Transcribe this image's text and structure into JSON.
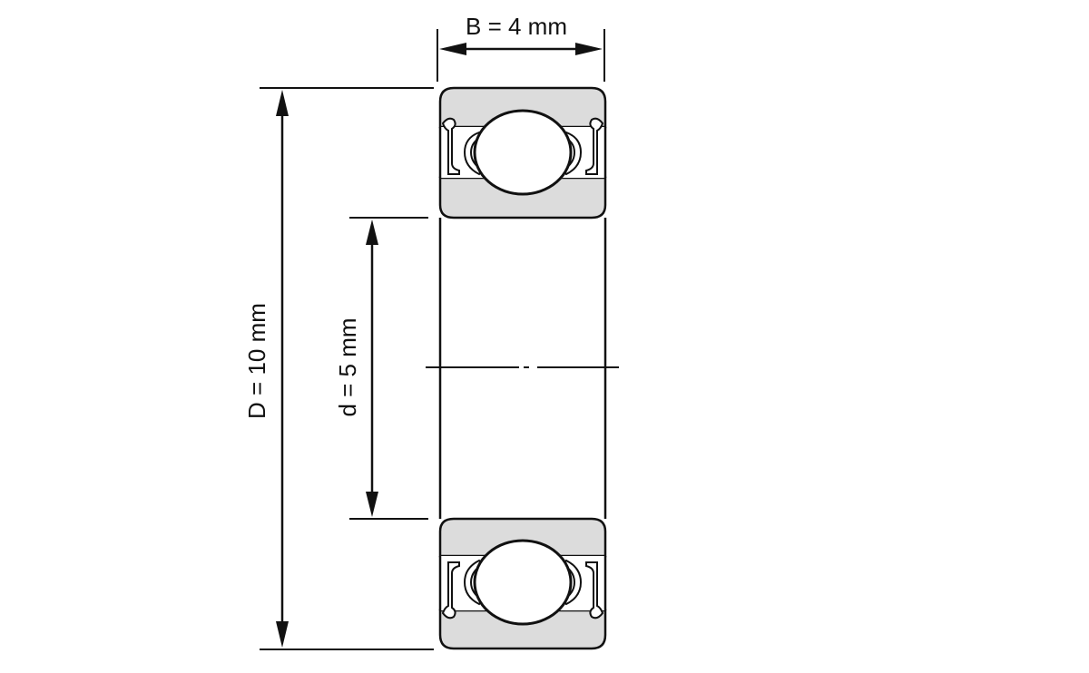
{
  "diagram": {
    "type": "deep groove ball bearing cross-section",
    "dimensions": {
      "width": {
        "symbol": "B",
        "value": "4",
        "unit": "mm",
        "label": "B = 4 mm"
      },
      "outer_diameter": {
        "symbol": "D",
        "value": "10",
        "unit": "mm",
        "label": "D = 10 mm"
      },
      "inner_diameter": {
        "symbol": "d",
        "value": "5",
        "unit": "mm",
        "label": "d = 5 mm"
      }
    },
    "colors": {
      "line": "#111111",
      "ring_fill": "#dcdcdc",
      "ball_fill": "#ffffff",
      "background": "#ffffff"
    },
    "features": [
      "outer ring",
      "inner ring",
      "balls",
      "shields",
      "cage",
      "centerline"
    ]
  }
}
